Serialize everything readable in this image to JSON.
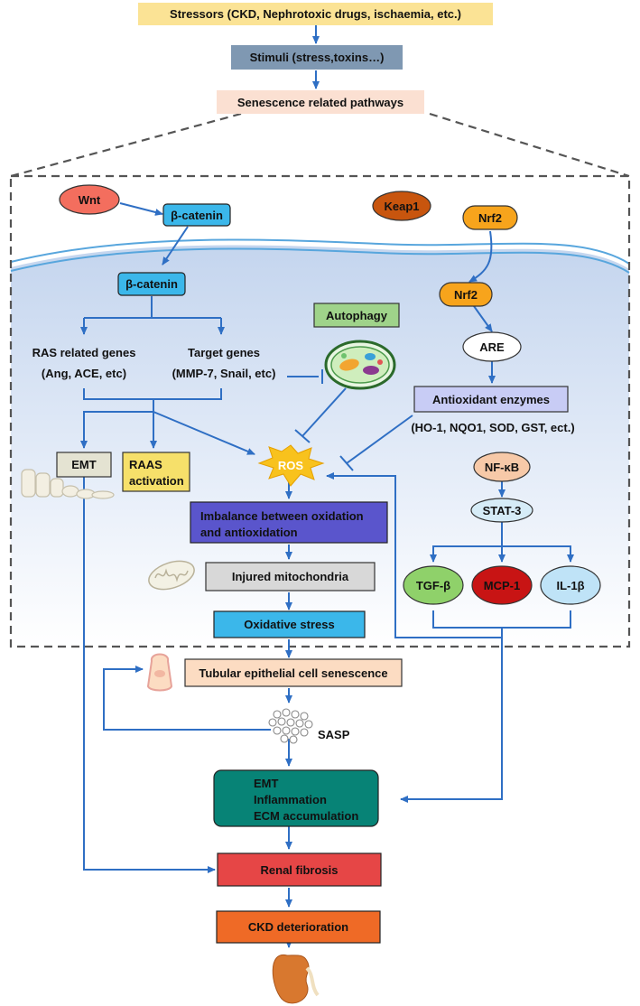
{
  "colors": {
    "arrow": "#2f6fc4",
    "dash": "#555555",
    "stressors_fill": "#fbe395",
    "stimuli_fill": "#7f98b2",
    "pathway_fill": "#fbe0d2",
    "cyan_fill": "#3bb7ea",
    "orange_fill": "#f7a41c",
    "wnt_fill": "#f36e5e",
    "keap1_fill": "#c8550e",
    "autophagy_fill": "#9fd38a",
    "antioxidant_fill": "#c8ccf5",
    "nfkb_fill": "#f7c9a8",
    "stat3_fill": "#d6ecf7",
    "emt_fill": "#e4e3d2",
    "raas_fill": "#f6e06a",
    "ros_fill": "#f8c21d",
    "imbalance_fill": "#5a55cc",
    "injured_fill": "#d8d8d8",
    "tgf_fill": "#8fd16a",
    "mcp_fill": "#c81414",
    "il1_fill": "#bfe3f7",
    "tubular_fill": "#fcdcc2",
    "outcomes_fill": "#078376",
    "renal_fill": "#e64646",
    "ckd_fill": "#ef6a26",
    "kidney_fill": "#d8782f"
  },
  "icons": [
    "fibroblast-cells-icon",
    "mitochondrion-icon",
    "autophagosome-icon",
    "epithelial-cell-icon",
    "sasp-particles-icon",
    "kidney-icon"
  ],
  "top": {
    "stressors": "Stressors (CKD, Nephrotoxic drugs, ischaemia, etc.)",
    "stimuli": "Stimuli (stress,toxins…)",
    "pathways": "Senescence related pathways"
  },
  "cell": {
    "wnt": "Wnt",
    "beta_catenin_outer": "β-catenin",
    "beta_catenin_inner": "β-catenin",
    "keap1": "Keap1",
    "nrf2_outer": "Nrf2",
    "nrf2_inner": "Nrf2",
    "ras_genes_line1": "RAS related genes",
    "ras_genes_line2": "(Ang, ACE, etc)",
    "target_genes_line1": "Target genes",
    "target_genes_line2": "(MMP-7, Snail, etc)",
    "autophagy": "Autophagy",
    "are": "ARE",
    "antioxidant": "Antioxidant enzymes",
    "antioxidant_list": "(HO-1, NQO1, SOD, GST, ect.)",
    "emt": "EMT",
    "raas_line1": "RAAS",
    "raas_line2": "activation",
    "ros": "ROS",
    "nfkb": "NF-κB",
    "stat3": "STAT-3",
    "imbalance_line1": "Imbalance between oxidation",
    "imbalance_line2": "and antioxidation",
    "injured": "Injured mitochondria",
    "tgf": "TGF-β",
    "mcp": "MCP-1",
    "il1": "IL-1β",
    "oxidative": "Oxidative stress"
  },
  "bottom": {
    "tubular": "Tubular epithelial cell senescence",
    "sasp": "SASP",
    "outcome_1": "EMT",
    "outcome_2": "Inflammation",
    "outcome_3": "ECM accumulation",
    "renal_fibrosis": "Renal fibrosis",
    "ckd": "CKD deterioration"
  }
}
